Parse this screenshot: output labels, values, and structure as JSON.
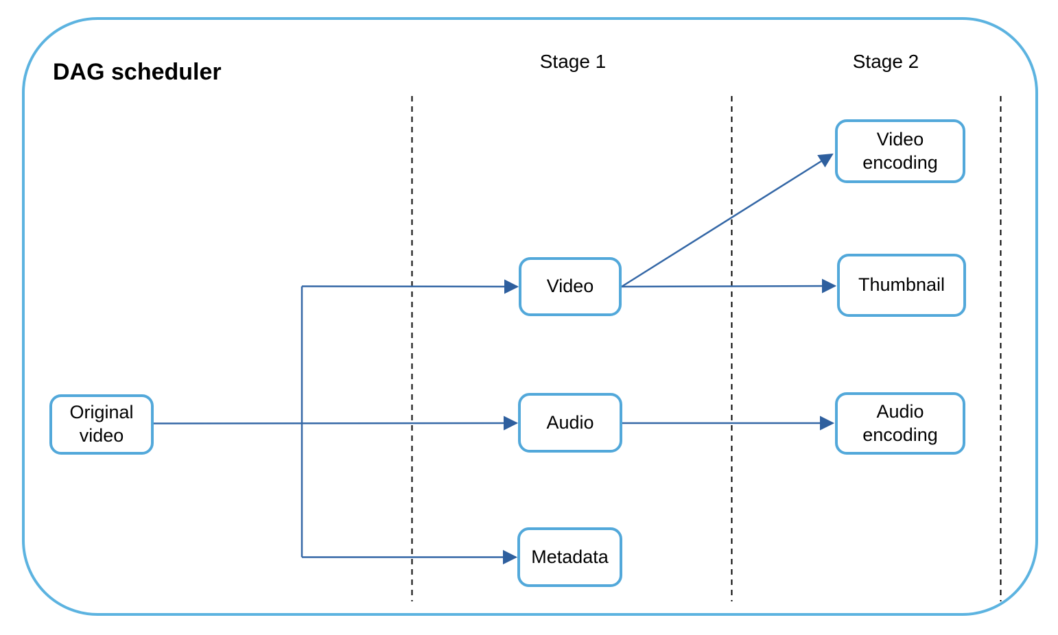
{
  "diagram": {
    "title": "DAG scheduler",
    "stages": [
      {
        "label": "Stage 1"
      },
      {
        "label": "Stage 2"
      }
    ],
    "nodes": [
      {
        "id": "original-video",
        "label": "Original\nvideo"
      },
      {
        "id": "video",
        "label": "Video"
      },
      {
        "id": "audio",
        "label": "Audio"
      },
      {
        "id": "metadata",
        "label": "Metadata"
      },
      {
        "id": "video-encoding",
        "label": "Video\nencoding"
      },
      {
        "id": "thumbnail",
        "label": "Thumbnail"
      },
      {
        "id": "audio-encoding",
        "label": "Audio\nencoding"
      }
    ],
    "edges": [
      {
        "from": "original-video",
        "to": "video"
      },
      {
        "from": "original-video",
        "to": "audio"
      },
      {
        "from": "original-video",
        "to": "metadata"
      },
      {
        "from": "video",
        "to": "video-encoding"
      },
      {
        "from": "video",
        "to": "thumbnail"
      },
      {
        "from": "audio",
        "to": "audio-encoding"
      }
    ],
    "colors": {
      "container_border": "#5cb3e0",
      "node_border": "#52a8da",
      "arrow": "#2e5f9e",
      "divider": "#000000",
      "text": "#000000",
      "background": "#ffffff"
    }
  }
}
